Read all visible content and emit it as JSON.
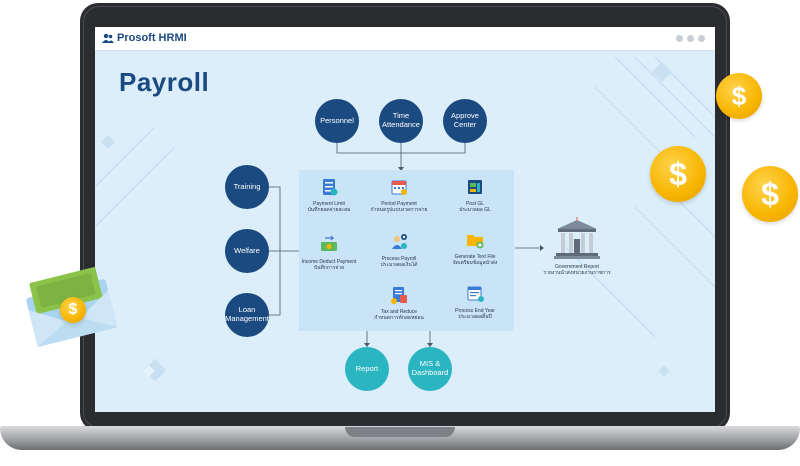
{
  "app": {
    "title": "Prosoft HRMI"
  },
  "page": {
    "title": "Payroll"
  },
  "top_inputs": [
    {
      "label": "Personnel"
    },
    {
      "label": "Time Attendance"
    },
    {
      "label": "Approve Center"
    }
  ],
  "left_inputs": [
    {
      "label": "Training"
    },
    {
      "label": "Welfare"
    },
    {
      "label": "Loan Management"
    }
  ],
  "process_nodes": {
    "payment_limit": {
      "en": "Payment Limit",
      "th": "บันทึกยอดจ่ายสะสม"
    },
    "period_payment": {
      "en": "Period Payment",
      "th": "กำหนดรูปแบบงวดการจ่าย"
    },
    "income_deduct": {
      "en": "Income Deduct Payment",
      "th": "บันทึกการจ่าย"
    },
    "process_payroll": {
      "en": "Process Payroll",
      "th": "ประมวลผลเงินได้"
    },
    "tax_reduce": {
      "en": "Tax and Reduce",
      "th": "กำหนดการหักลดหย่อน"
    }
  },
  "output_nodes": {
    "post_gl": {
      "en": "Post GL",
      "th": "ประมวลผล GL"
    },
    "generate_text": {
      "en": "Generate Text File",
      "th": "จัดเตรียมข้อมูลนำส่ง"
    },
    "process_end_year": {
      "en": "Process End Year",
      "th": "ประมวลผลสิ้นปี"
    }
  },
  "government": {
    "en": "Government Report",
    "th": "รายงานนำส่งหน่วยงานราชการ"
  },
  "bottom_outputs": [
    {
      "label": "Report"
    },
    {
      "label": "MIS & Dashboard"
    }
  ],
  "coins": [
    {
      "symbol": "$"
    },
    {
      "symbol": "$"
    },
    {
      "symbol": "$"
    },
    {
      "symbol": "$"
    }
  ],
  "colors": {
    "navy": "#1b4a80",
    "teal": "#2bb5c0",
    "screen_bg": "#dbeefa",
    "process_bg": "#c9e3f7",
    "coin": "#f7b500"
  },
  "icons": [
    "users-icon",
    "window-dots",
    "checklist-icon",
    "calendar-icon",
    "money-transfer-icon",
    "gear-person-icon",
    "tax-document-icon",
    "ledger-icon",
    "folder-plus-icon",
    "year-end-calendar-icon",
    "government-building-icon",
    "envelope-money-icon",
    "dollar-coin-icon"
  ]
}
